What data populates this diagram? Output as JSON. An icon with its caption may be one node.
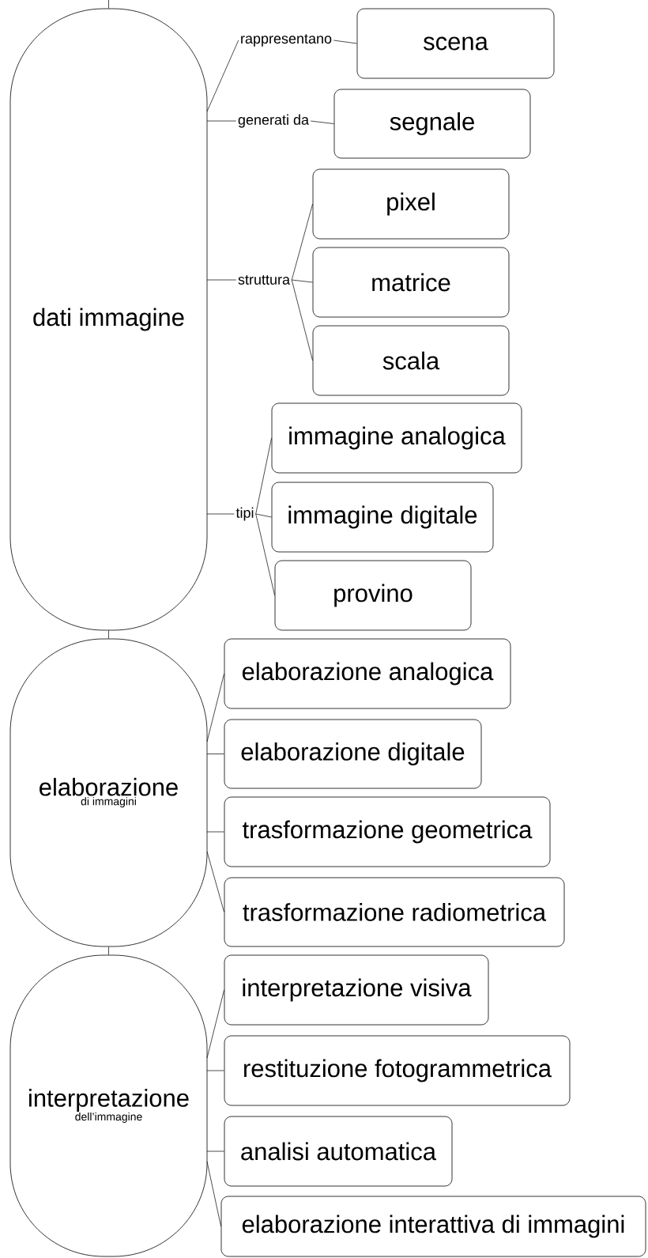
{
  "diagram": {
    "nodes": [
      {
        "text": [
          "dati immagine"
        ]
      },
      {
        "text": [
          "rappresentano"
        ]
      },
      {
        "text": [
          "scena"
        ]
      },
      {
        "text": [
          "generati da"
        ]
      },
      {
        "text": [
          "segnale"
        ]
      },
      {
        "text": [
          "struttura"
        ]
      },
      {
        "text": [
          "pixel"
        ]
      },
      {
        "text": [
          "matrice"
        ]
      },
      {
        "text": [
          "scala"
        ]
      },
      {
        "text": [
          "tipi"
        ]
      },
      {
        "text": [
          "immagine analogica"
        ]
      },
      {
        "text": [
          "immagine digitale"
        ]
      },
      {
        "text": [
          "provino"
        ]
      },
      {
        "text": [
          "elaborazione",
          "di immagini"
        ]
      },
      {
        "text": [
          "elaborazione analogica"
        ]
      },
      {
        "text": [
          "elaborazione digitale"
        ]
      },
      {
        "text": [
          "trasformazione geometrica"
        ]
      },
      {
        "text": [
          "trasformazione radiometrica"
        ]
      },
      {
        "text": [
          "interpretazione",
          "dell’immagine"
        ]
      },
      {
        "text": [
          "interpretazione visiva"
        ]
      },
      {
        "text": [
          "restituzione fotogrammetrica"
        ]
      },
      {
        "text": [
          "analisi automatica"
        ]
      },
      {
        "text": [
          "elaborazione interattiva di immagini"
        ]
      }
    ],
    "edges": [
      {
        "from": null,
        "to": 0,
        "arrow": "none"
      },
      {
        "from": 0,
        "to": 1,
        "arrow": "none"
      },
      {
        "from": 1,
        "to": 2,
        "arrow": "none"
      },
      {
        "from": 0,
        "to": 3,
        "arrow": "none"
      },
      {
        "from": 3,
        "to": 4,
        "arrow": "none"
      },
      {
        "from": 0,
        "to": 5,
        "arrow": "none"
      },
      {
        "from": 5,
        "to": 6,
        "arrow": "none"
      },
      {
        "from": 5,
        "to": 7,
        "arrow": "none"
      },
      {
        "from": 5,
        "to": 8,
        "arrow": "none"
      },
      {
        "from": 0,
        "to": 9,
        "arrow": "none"
      },
      {
        "from": 9,
        "to": 10,
        "arrow": "none"
      },
      {
        "from": 9,
        "to": 11,
        "arrow": "none"
      },
      {
        "from": 9,
        "to": 12,
        "arrow": "none"
      },
      {
        "from": 0,
        "to": 13,
        "arrow": "none"
      },
      {
        "from": 13,
        "to": 14,
        "arrow": "none"
      },
      {
        "from": 13,
        "to": 15,
        "arrow": "none"
      },
      {
        "from": 13,
        "to": 16,
        "arrow": "none"
      },
      {
        "from": 13,
        "to": 17,
        "arrow": "none"
      },
      {
        "from": 13,
        "to": 18,
        "arrow": "none"
      },
      {
        "from": 18,
        "to": 19,
        "arrow": "none"
      },
      {
        "from": 18,
        "to": 20,
        "arrow": "none"
      },
      {
        "from": 18,
        "to": 21,
        "arrow": "none"
      },
      {
        "from": 18,
        "to": 22,
        "arrow": "none"
      }
    ]
  }
}
